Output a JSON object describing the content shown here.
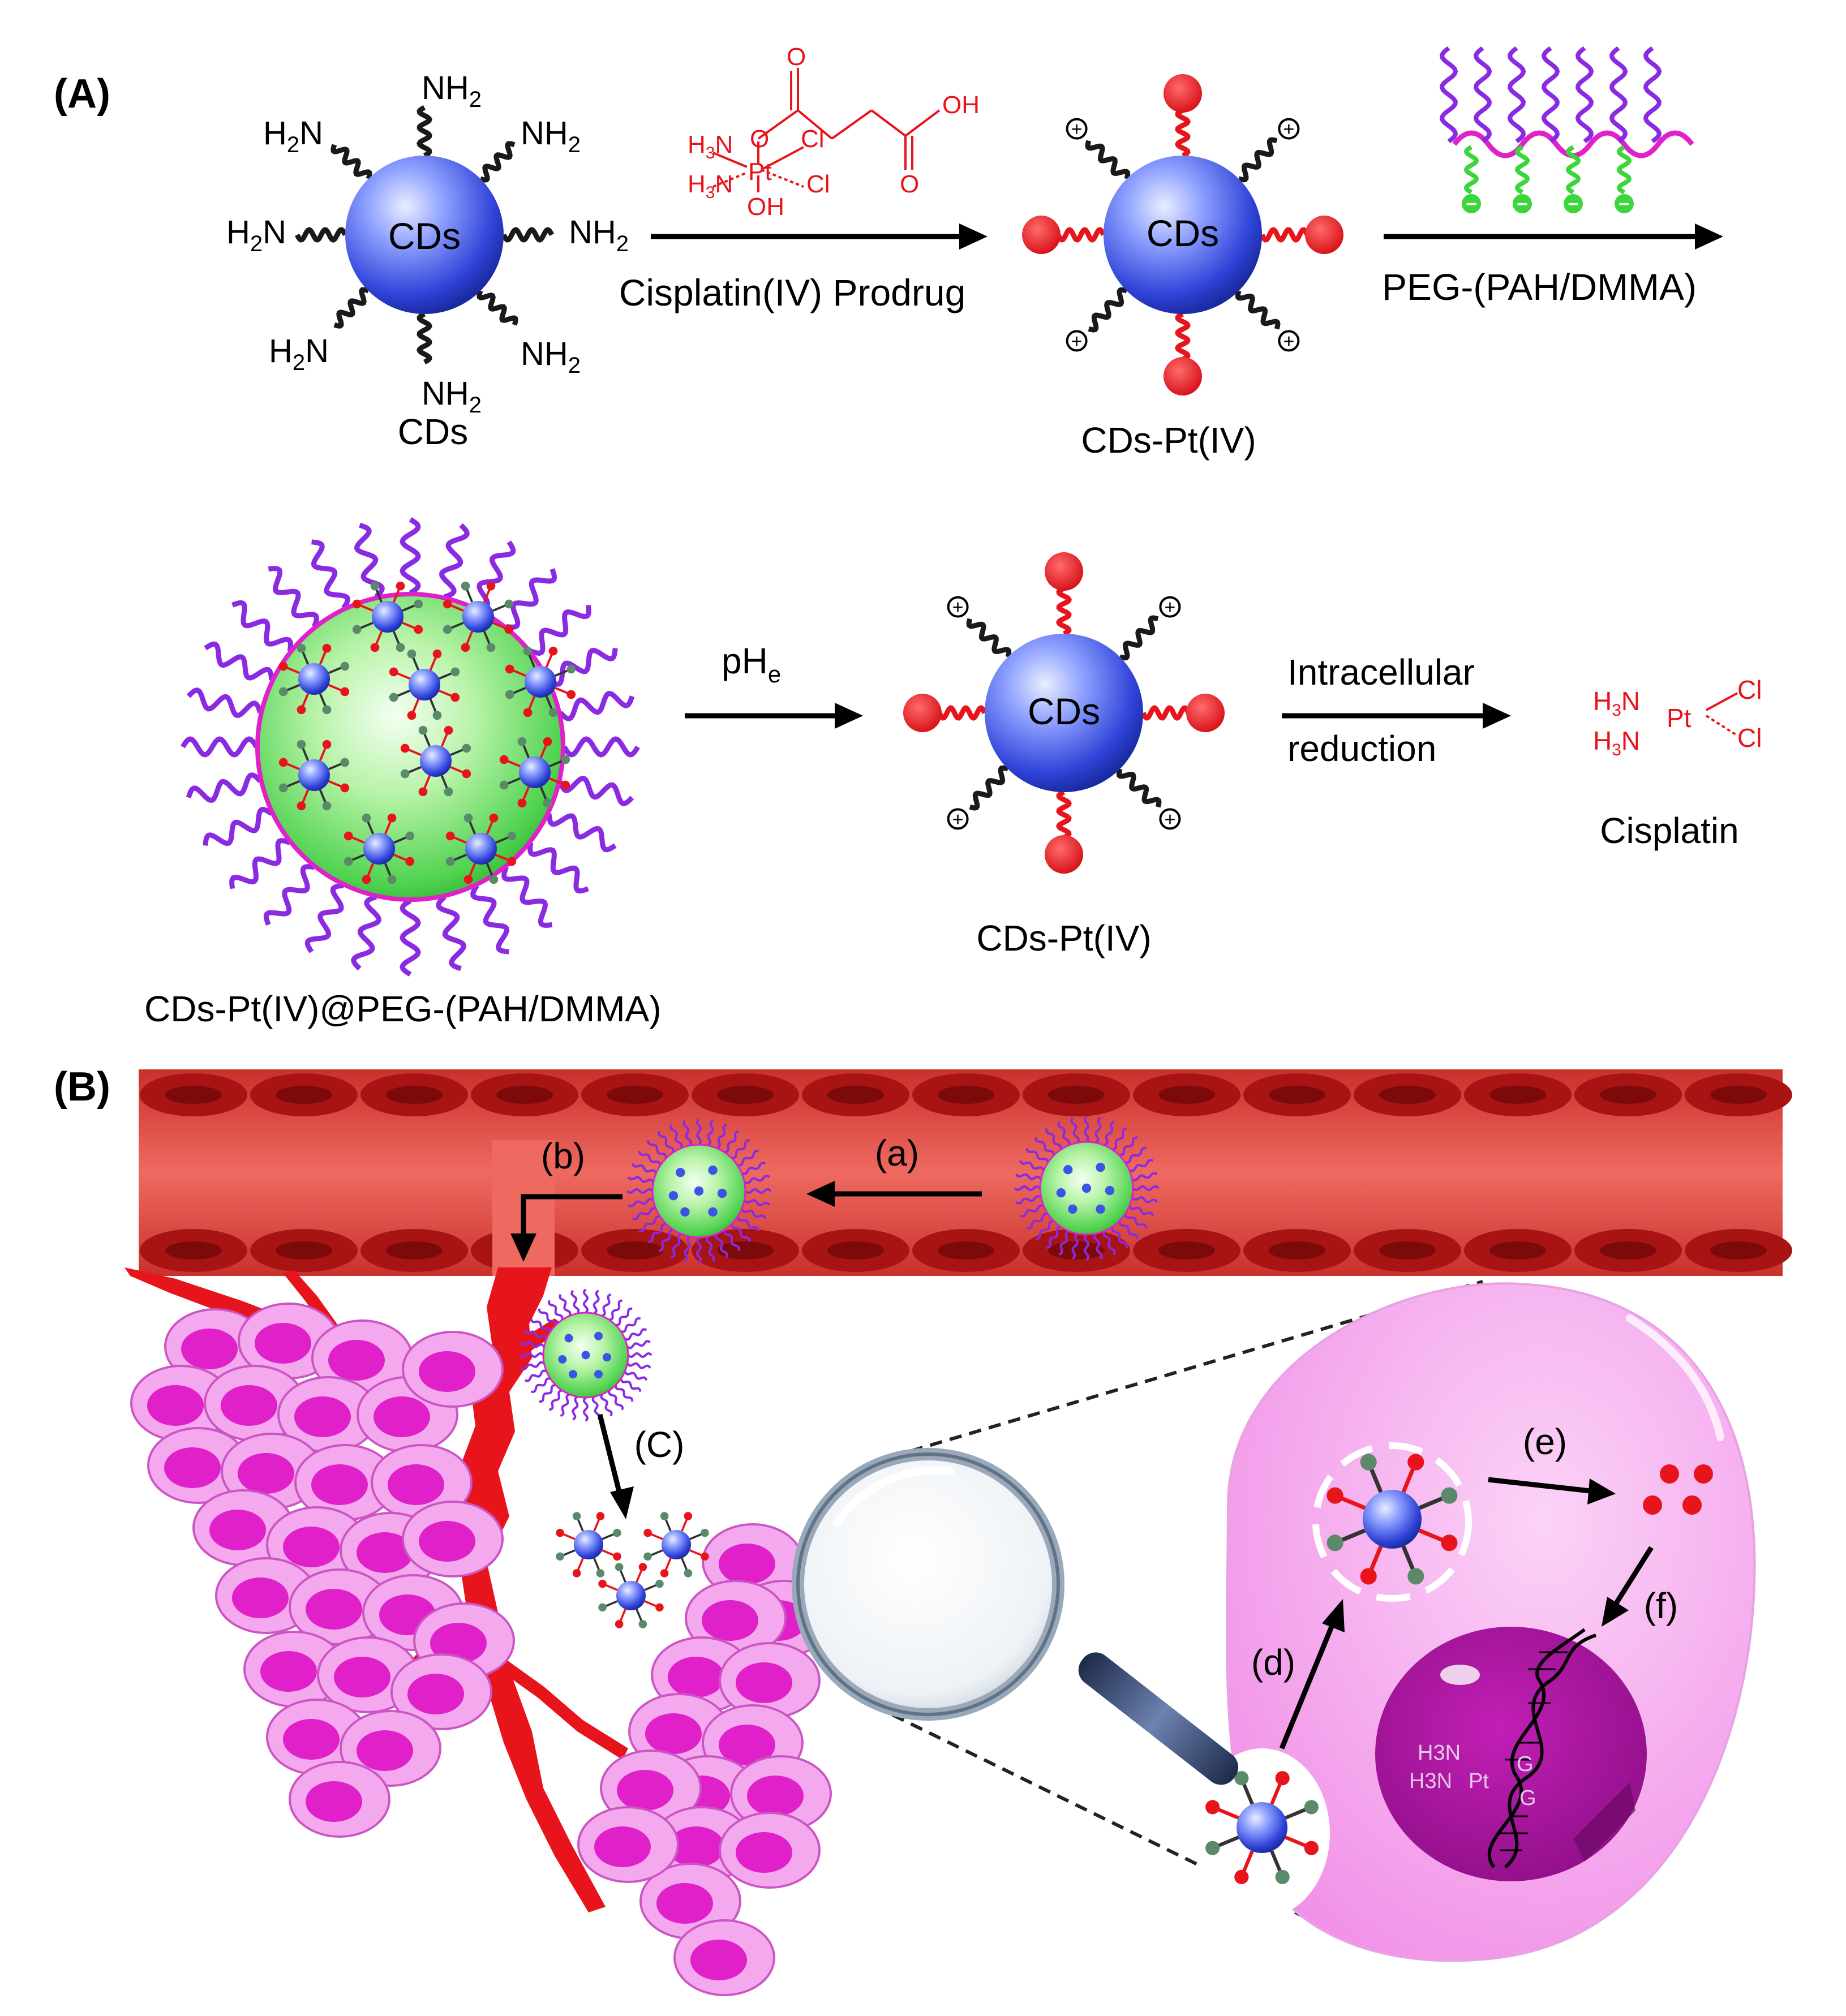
{
  "panel_a": {
    "label": "(A)",
    "cds_core": "CDs",
    "nh2": "NH",
    "sub2": "2",
    "h2n_h": "H",
    "h2n_n": "N",
    "cds_label": "CDs",
    "arrow1_label": "Cisplatin(IV) Prodrug",
    "prodrug": {
      "h3n": "H",
      "sub3": "3",
      "n": "N",
      "pt": "Pt",
      "cl": "Cl",
      "oh": "OH",
      "o": "O"
    },
    "cds_pt_label": "CDs-Pt(IV)",
    "plus": "+",
    "minus": "−",
    "arrow2_label": "PEG-(PAH/DMMA)",
    "nano_label": "CDs-Pt(IV)@PEG-(PAH/DMMA)",
    "arrow3_label_main": "pH",
    "arrow3_label_sub": "e",
    "cds_pt_label_2": "CDs-Pt(IV)",
    "arrow4_label_line1": "Intracellular",
    "arrow4_label_line2": "reduction",
    "cisplatin_label": "Cisplatin"
  },
  "panel_b": {
    "label": "(B)",
    "step_a": "(a)",
    "step_b": "(b)",
    "step_c": "(C)",
    "step_d": "(d)",
    "step_e": "(e)",
    "step_f": "(f)",
    "dna_text_line1": "H3N",
    "dna_text_line2": "H3N",
    "dna_pt": "Pt",
    "dna_g": "G"
  },
  "colors": {
    "cd_blue": "#3a55e6",
    "pt_red": "#e8141b",
    "peg_purple": "#8a2be2",
    "shell_green": "#4fd24f",
    "vessel_red": "#e4463f",
    "cell_pink": "#f07ee8",
    "cell_magenta": "#e020c8",
    "big_cell": "#f5a6ef"
  }
}
